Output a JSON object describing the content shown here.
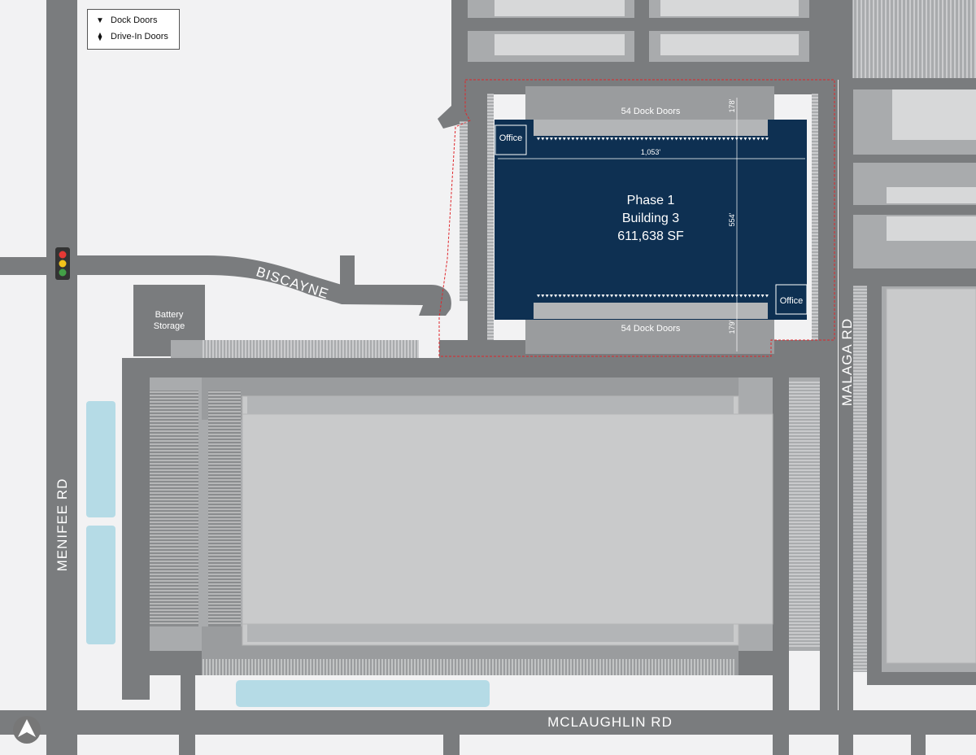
{
  "legend": {
    "dock_doors": {
      "symbol": "▼",
      "label": "Dock Doors"
    },
    "drive_in_doors": {
      "symbol": "⧫",
      "label": "Drive-In Doors"
    }
  },
  "roads": {
    "menifee": "MENIFEE RD",
    "biscayne": "BISCAYNE",
    "malaga": "MALAGA RD",
    "mclaughlin": "MCLAUGHLIN RD"
  },
  "battery_storage": {
    "line1": "Battery",
    "line2": "Storage"
  },
  "building": {
    "phase": "Phase 1",
    "name": "Building 3",
    "area": "611,638 SF",
    "north_docks": "54 Dock Doors",
    "south_docks": "54 Dock Doors",
    "office_west": "Office",
    "office_east": "Office",
    "width_dim": "1,053'",
    "depth_dim": "554'",
    "north_truck_dim": "178'",
    "south_truck_dim": "179'"
  },
  "colors": {
    "building_fill": "#0e3052",
    "road": "#7a7c7e",
    "pond": "#b5dbe6",
    "site_boundary": "#e0262b",
    "signal_red": "#e53935",
    "signal_yellow": "#f2c21b",
    "signal_green": "#43a047"
  },
  "icons": {
    "traffic_signal": "traffic-light-icon",
    "north_arrow": "north-arrow-icon"
  }
}
